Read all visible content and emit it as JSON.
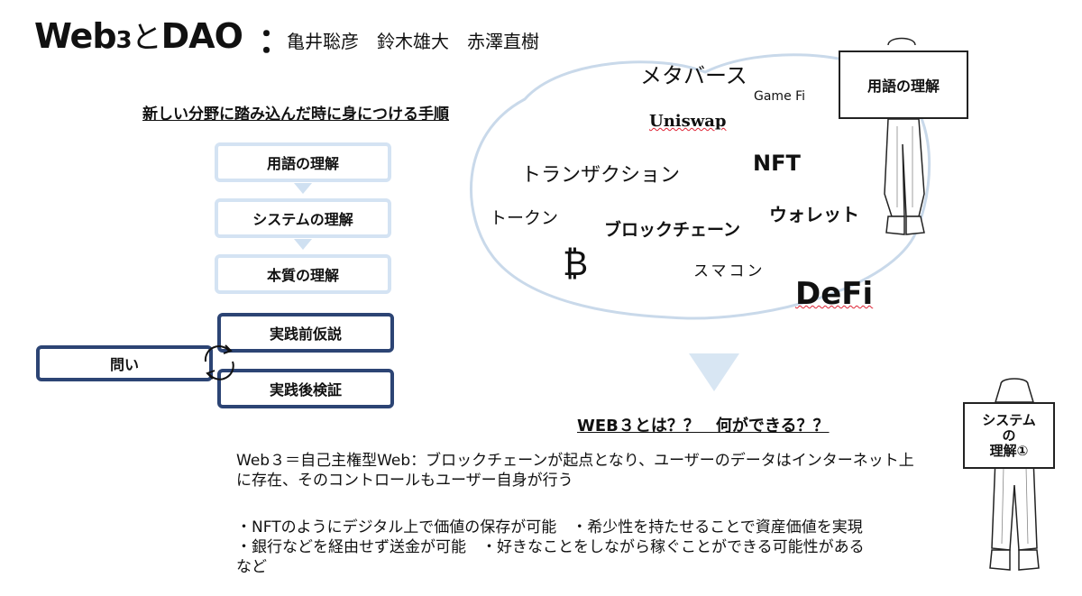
{
  "title": {
    "main_a": "Web",
    "main_3": "3",
    "main_to": "と",
    "main_b": "DAO",
    "colon": "：",
    "authors": "亀井聡彦　鈴木雄大　赤澤直樹"
  },
  "left": {
    "subheading": "新しい分野に踏み込んだ時に身につける手順",
    "steps": [
      "用語の理解",
      "システムの理解",
      "本質の理解",
      "実践前仮説",
      "実践後検証"
    ],
    "question": "問い"
  },
  "cloud": {
    "words": [
      "メタバース",
      "Game Fi",
      "Uniswap",
      "トランザクション",
      "NFT",
      "トークン",
      "ブロックチェーン",
      "ウォレット",
      "スマコン",
      "DeFi"
    ]
  },
  "signs": {
    "top": "用語の理解",
    "bottom_l1": "システム",
    "bottom_l2": "の",
    "bottom_l3": "理解①"
  },
  "section": {
    "heading": "WEB３とは？？　何ができる？？",
    "p1_l1": "Web３＝自己主権型Web：ブロックチェーンが起点となり、ユーザーのデータはインターネット上",
    "p1_l2": "に存在、そのコントロールもユーザー自身が行う",
    "p2_l1": "・NFTのようにデジタル上で価値の保存が可能　・希少性を持たせることで資産価値を実現",
    "p2_l2": "・銀行などを経由せず送金が可能　・好きなことをしながら稼ぐことができる可能性がある",
    "p2_l3": "など"
  },
  "colors": {
    "light_border": "#d4e3f3",
    "dark_border": "#2c4474",
    "down_arrow": "#d8e6f3"
  }
}
